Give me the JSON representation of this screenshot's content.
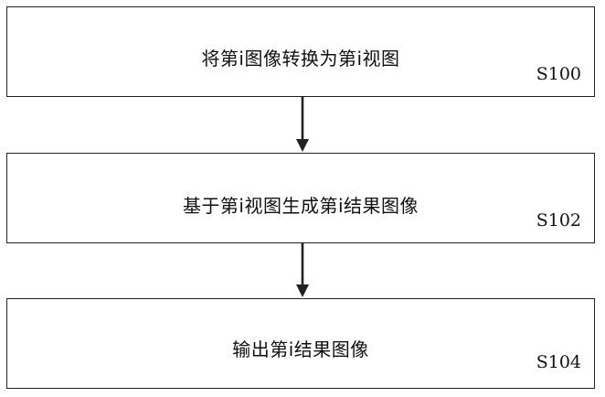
{
  "steps": [
    {
      "text": "将第i图像转换为第i视图",
      "id": "S100"
    },
    {
      "text": "基于第i视图生成第i结果图像",
      "id": "S102"
    },
    {
      "text": "输出第i结果图像",
      "id": "S104"
    }
  ],
  "colors": {
    "border": "#222222",
    "text": "#111111",
    "background": "#ffffff"
  }
}
